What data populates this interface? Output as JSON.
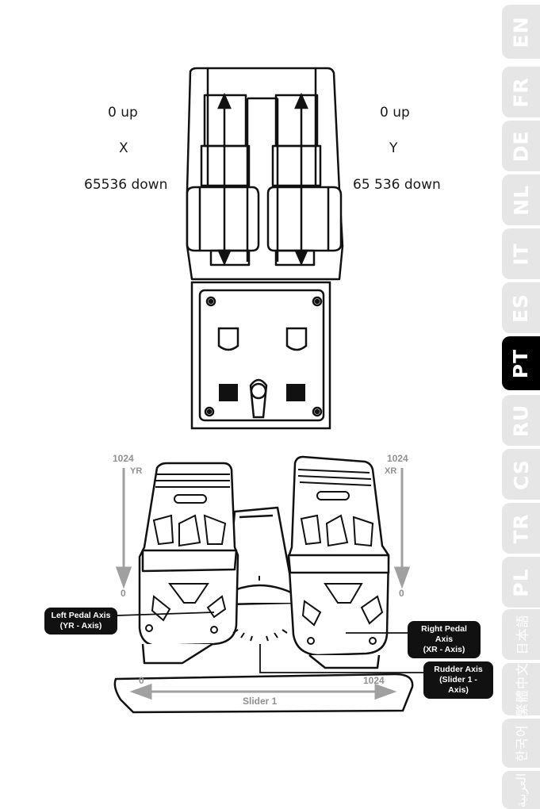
{
  "language_tabs": [
    {
      "label": "EN",
      "active": false
    },
    {
      "label": "FR",
      "active": false
    },
    {
      "label": "DE",
      "active": false
    },
    {
      "label": "NL",
      "active": false
    },
    {
      "label": "IT",
      "active": false
    },
    {
      "label": "ES",
      "active": false
    },
    {
      "label": "PT",
      "active": true
    },
    {
      "label": "RU",
      "active": false
    },
    {
      "label": "CS",
      "active": false
    },
    {
      "label": "TR",
      "active": false
    },
    {
      "label": "PL",
      "active": false
    },
    {
      "label": "日本語",
      "active": false
    },
    {
      "label": "繁體中文",
      "active": false
    },
    {
      "label": "한국어",
      "active": false
    },
    {
      "label": "العربية",
      "active": false
    }
  ],
  "throttle": {
    "left": {
      "top": "0 up",
      "axis": "X",
      "bottom": "65536 down"
    },
    "right": {
      "top": "0 up",
      "axis": "Y",
      "bottom": "65 536 down"
    }
  },
  "pedals": {
    "left_top_value": "1024",
    "left_axis_tag": "YR",
    "left_bottom_value": "0",
    "right_top_value": "1024",
    "right_axis_tag": "XR",
    "right_bottom_value": "0",
    "slider_min": "0",
    "slider_max": "1024",
    "slider_label": "Slider 1",
    "callouts": {
      "left_line1": "Left Pedal Axis",
      "left_line2": "(YR - Axis)",
      "right_line1": "Right Pedal Axis",
      "right_line2": "(XR - Axis)",
      "rudder_line1": "Rudder Axis",
      "rudder_line2": "(Slider 1 - Axis)"
    }
  },
  "colors": {
    "tab_inactive": "#e6e6e6",
    "tab_active": "#000000",
    "arrow_gray": "#a0a0a0"
  }
}
